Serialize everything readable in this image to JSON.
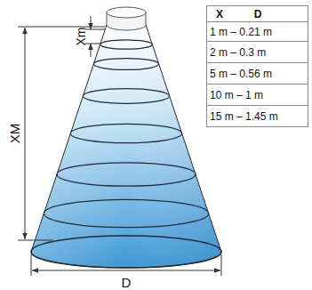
{
  "diagram": {
    "labels": [
      "Xm",
      "XM",
      "D",
      "X",
      "D",
      "1 m – 0.21 m",
      "2 m – 0.3 m",
      "5 m – 0.56 m",
      "10 m – 1 m",
      "15 m – 1.45 m"
    ]
  }
}
